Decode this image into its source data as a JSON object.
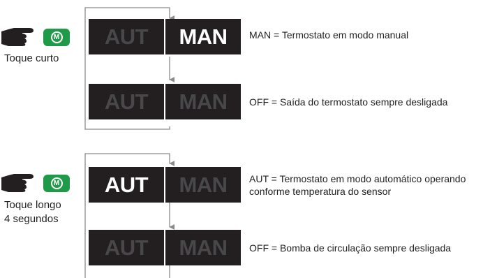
{
  "section_short": {
    "touch_label": "Toque curto",
    "button_letter": "M",
    "displays": [
      {
        "left": "AUT",
        "right": "MAN",
        "active": "right",
        "description": "MAN = Termostato em modo manual"
      },
      {
        "left": "AUT",
        "right": "MAN",
        "active": "none",
        "description": "OFF = Saída do termostato sempre desligada"
      }
    ]
  },
  "section_long": {
    "touch_label_line1": "Toque longo",
    "touch_label_line2": "4 segundos",
    "button_letter": "M",
    "displays": [
      {
        "left": "AUT",
        "right": "MAN",
        "active": "left",
        "description_line1": "AUT = Termostato em modo automático operando",
        "description_line2": "conforme temperatura do sensor"
      },
      {
        "left": "AUT",
        "right": "MAN",
        "active": "none",
        "description": "OFF = Bomba de circulação sempre desligada"
      }
    ]
  },
  "colors": {
    "display_bg": "#231f20",
    "segment_on": "#ffffff",
    "segment_off": "#48484a",
    "button_green": "#1f9a48",
    "connector": "#8a8a8a"
  },
  "icons": [
    "pointing-hand-icon",
    "mode-button-icon",
    "arrow-down-icon"
  ]
}
